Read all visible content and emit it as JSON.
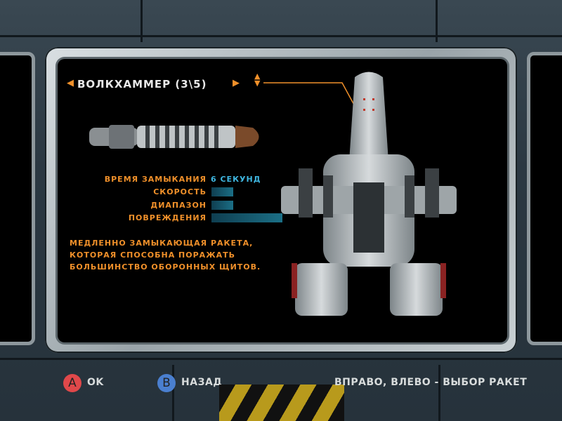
{
  "missile": {
    "name": "ВОЛКХАММЕР (3\\5)"
  },
  "stats": {
    "lock_time_label": "ВРЕМЯ ЗАМЫКАНИЯ",
    "lock_time_value": "6 СЕКУНД",
    "speed_label": "СКОРОСТЬ",
    "speed_level": 0.2,
    "range_label": "ДИАПАЗОН",
    "range_level": 0.2,
    "damage_label": "ПОВРЕЖДЕНИЯ",
    "damage_level": 0.65
  },
  "description": [
    "МЕДЛЕННО ЗАМЫКАЮЩАЯ РАКЕТА,",
    "КОТОРАЯ СПОСОБНА ПОРАЖАТЬ",
    "БОЛЬШИНСТВО ОБОРОННЫХ ЩИТОВ."
  ],
  "footer": {
    "a_glyph": "A",
    "a_label": "OK",
    "b_glyph": "B",
    "b_label": "НАЗАД",
    "hint": "ВПРАВО, ВЛЕВО - ВЫБОР РАКЕТ"
  },
  "colors": {
    "accent": "#f0902a",
    "bar": "#1b6f86",
    "a_button": "#e0484a",
    "b_button": "#4a7fcf"
  }
}
